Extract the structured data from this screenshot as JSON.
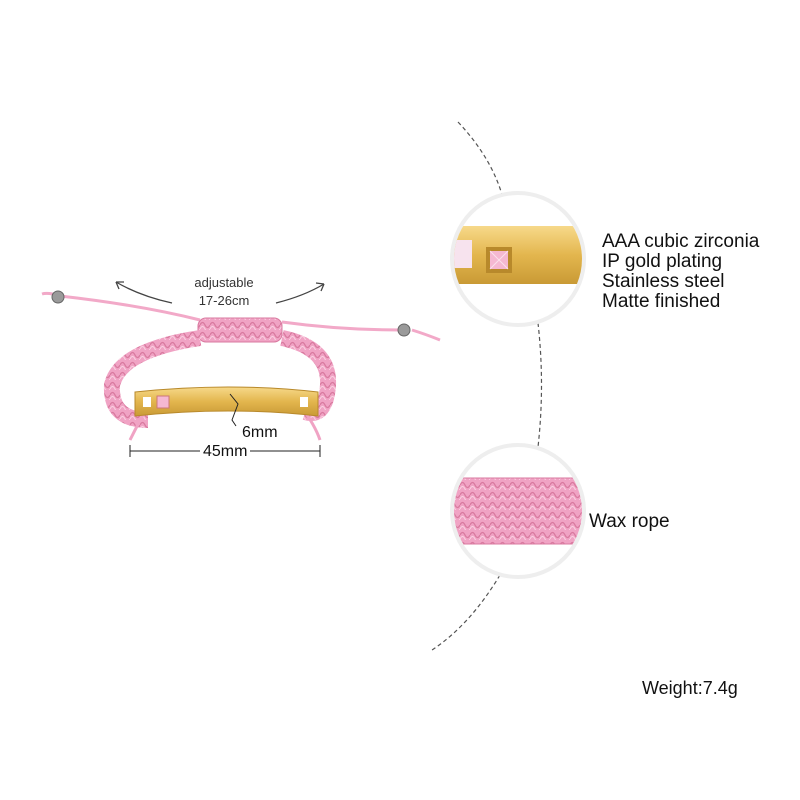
{
  "adjust": {
    "label": "adjustable",
    "range": "17-26cm"
  },
  "dimensions": {
    "height": "6mm",
    "width": "45mm"
  },
  "features": [
    "AAA cubic zirconia",
    "IP gold plating",
    "Stainless steel",
    "Matte finished"
  ],
  "rope": {
    "label": "Wax rope"
  },
  "weight": {
    "label": "Weight:7.4g"
  },
  "colors": {
    "rope_pink": "#f0a3c4",
    "gold": "#e3b64e",
    "stone": "#f5b8d2",
    "line": "#555555"
  }
}
